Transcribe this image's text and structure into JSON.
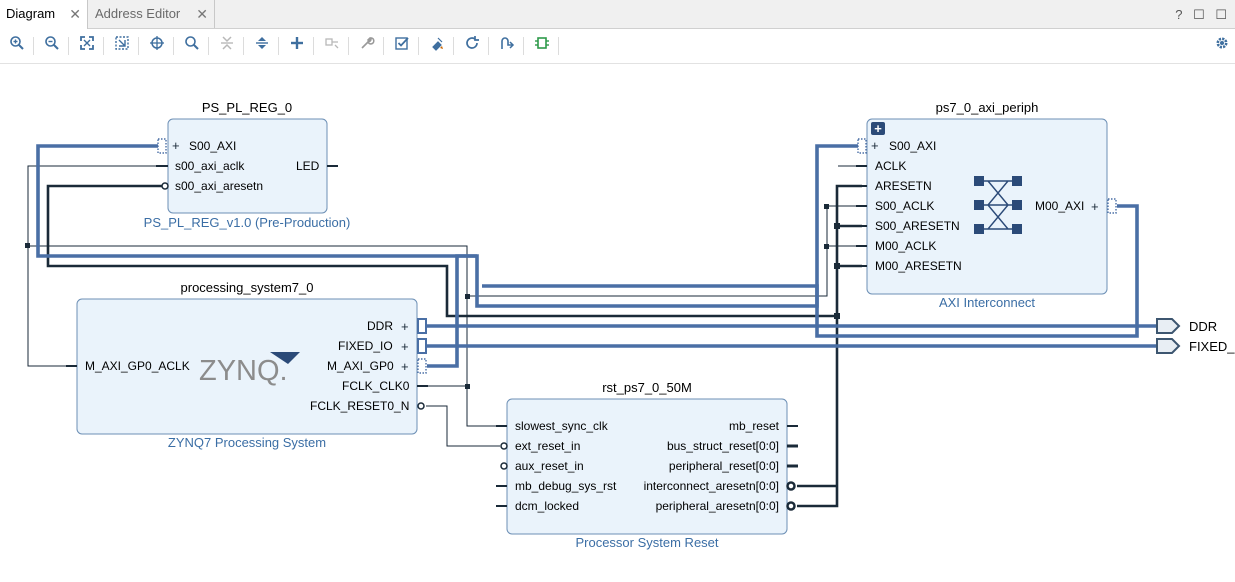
{
  "tabs": [
    {
      "label": "Diagram",
      "close": "✕"
    },
    {
      "label": "Address Editor",
      "close": "✕"
    }
  ],
  "window_controls": {
    "help": "?",
    "restore": "☐",
    "maximize": "☐"
  },
  "toolbar": {
    "icons": [
      "zoom-in-icon",
      "zoom-out-icon",
      "zoom-fit-icon",
      "zoom-selection-icon",
      "autofit-icon",
      "search-icon",
      "collapse-icon",
      "expand-icon",
      "add-ip-icon",
      "make-external-icon",
      "properties-icon",
      "validate-icon",
      "run-automation-icon",
      "regenerate-icon",
      "optimize-routing-icon",
      "highlight-icon",
      "settings-icon"
    ]
  },
  "blocks": {
    "ps_pl_reg": {
      "title": "PS_PL_REG_0",
      "subtitle": "PS_PL_REG_v1.0 (Pre-Production)",
      "plus": "+",
      "pins": {
        "s00_axi": "S00_AXI",
        "aclk": "s00_axi_aclk",
        "aresetn": "s00_axi_aresetn",
        "led": "LED"
      }
    },
    "axi_periph": {
      "title": "ps7_0_axi_periph",
      "subtitle": "AXI Interconnect",
      "plus": "+",
      "expand": "+",
      "pins": {
        "s00_axi": "S00_AXI",
        "aclk": "ACLK",
        "aresetn": "ARESETN",
        "s00_aclk": "S00_ACLK",
        "s00_aresetn": "S00_ARESETN",
        "m00_aclk": "M00_ACLK",
        "m00_aresetn": "M00_ARESETN",
        "m00_axi": "M00_AXI"
      }
    },
    "ps7": {
      "title": "processing_system7_0",
      "subtitle": "ZYNQ7 Processing System",
      "logo": "ZYNQ.",
      "plus": "+",
      "pins": {
        "m_axi_gp0_aclk": "M_AXI_GP0_ACLK",
        "ddr": "DDR",
        "fixed_io": "FIXED_IO",
        "m_axi_gp0": "M_AXI_GP0",
        "fclk_clk0": "FCLK_CLK0",
        "fclk_reset0_n": "FCLK_RESET0_N"
      }
    },
    "rst": {
      "title": "rst_ps7_0_50M",
      "subtitle": "Processor System Reset",
      "pins": {
        "slowest_sync_clk": "slowest_sync_clk",
        "ext_reset_in": "ext_reset_in",
        "aux_reset_in": "aux_reset_in",
        "mb_debug_sys_rst": "mb_debug_sys_rst",
        "dcm_locked": "dcm_locked",
        "mb_reset": "mb_reset",
        "bus_struct_reset": "bus_struct_reset[0:0]",
        "peripheral_reset": "peripheral_reset[0:0]",
        "interconnect_aresetn": "interconnect_aresetn[0:0]",
        "peripheral_aresetn": "peripheral_aresetn[0:0]"
      }
    }
  },
  "ports": {
    "ddr": "DDR",
    "fixed_io": "FIXED_"
  },
  "colors": {
    "bus": "#4a6fa5",
    "wire": "#1a2a38",
    "block_fill": "#eaf3fb",
    "block_border": "#6c8fb5",
    "subtitle": "#3b6ea5"
  }
}
